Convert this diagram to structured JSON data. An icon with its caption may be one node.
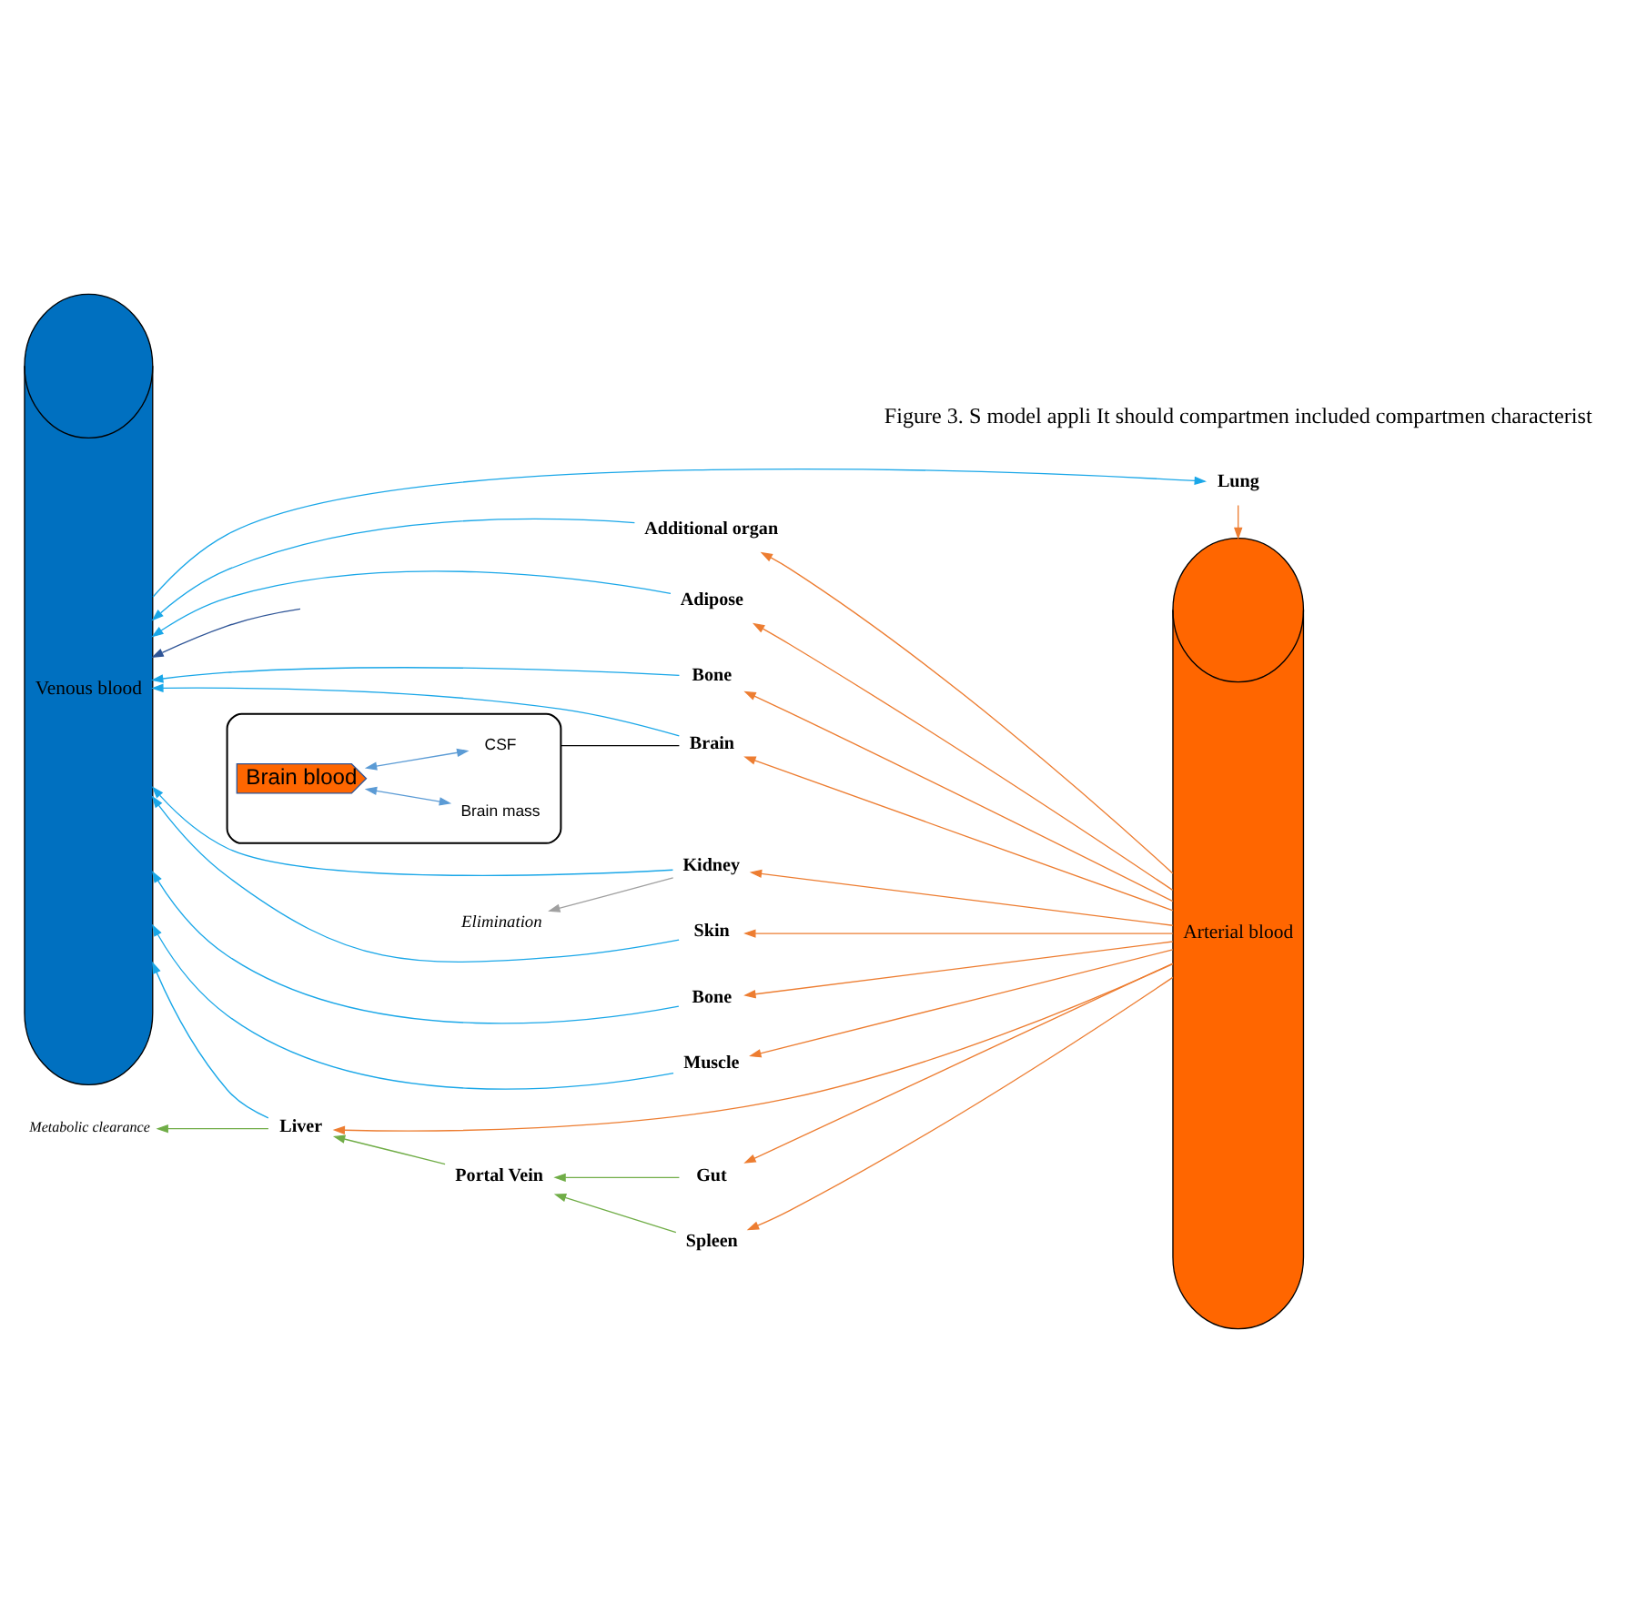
{
  "diagram": {
    "nodes": [
      {
        "text": [
          "Venous blood"
        ]
      },
      {
        "text": [
          "Arterial blood"
        ]
      },
      {
        "text": [
          "Lung"
        ]
      },
      {
        "text": [
          "Adipose"
        ]
      },
      {
        "text": [
          "Bone"
        ]
      },
      {
        "text": [
          "Skin"
        ]
      },
      {
        "text": [
          "Bone"
        ]
      },
      {
        "text": [
          "Muscle"
        ]
      },
      {
        "text": [
          "Liver"
        ]
      },
      {
        "text": [
          "Metabolic clearance"
        ]
      },
      {
        "text": [
          "Portal Vein"
        ]
      },
      {
        "text": [
          "Gut"
        ]
      },
      {
        "text": [
          "Spleen"
        ]
      },
      {
        "text": [
          "Kidney"
        ]
      },
      {
        "text": [
          "Elimination"
        ]
      },
      {
        "text": [
          "Brain"
        ]
      },
      {
        "text": [
          "Additional organ"
        ]
      },
      {
        "text": [],
        "shape": "ellipse"
      },
      {
        "text": [
          "CSF"
        ],
        "in": 17
      },
      {
        "text": [
          "Brain mass"
        ],
        "in": 17
      },
      {
        "text": [
          "Brain blood"
        ],
        "in": 17
      }
    ],
    "edges": [
      {
        "from": 0,
        "to": 2,
        "arrow": "to",
        "color": "#1aa7e8"
      },
      {
        "from": 2,
        "to": 1,
        "arrow": "to",
        "color": "#ed7d31"
      },
      {
        "from": 1,
        "to": 3,
        "arrow": "to",
        "color": "#ed7d31"
      },
      {
        "from": 3,
        "to": 0,
        "arrow": "to",
        "color": "#1aa7e8"
      },
      {
        "from": 1,
        "to": 4,
        "arrow": "to",
        "color": "#ed7d31"
      },
      {
        "from": 4,
        "to": 0,
        "arrow": "to",
        "color": "#1aa7e8"
      },
      {
        "from": 1,
        "to": 5,
        "arrow": "to",
        "color": "#ed7d31"
      },
      {
        "from": 5,
        "to": 0,
        "arrow": "to",
        "color": "#1aa7e8"
      },
      {
        "from": 1,
        "to": 6,
        "arrow": "to",
        "color": "#ed7d31"
      },
      {
        "from": 6,
        "to": 0,
        "arrow": "to",
        "color": "#1aa7e8"
      },
      {
        "from": 1,
        "to": 7,
        "arrow": "to",
        "color": "#ed7d31"
      },
      {
        "from": 7,
        "to": 0,
        "arrow": "to",
        "color": "#1aa7e8"
      },
      {
        "from": 1,
        "to": 8,
        "arrow": "to",
        "color": "#ed7d31"
      },
      {
        "from": 8,
        "to": 0,
        "arrow": "to",
        "color": "#1aa7e8"
      },
      {
        "from": 8,
        "to": 9,
        "arrow": "to",
        "color": "#70ad47"
      },
      {
        "from": 10,
        "to": 8,
        "arrow": "to",
        "color": "#70ad47"
      },
      {
        "from": 1,
        "to": 11,
        "arrow": "to",
        "color": "#ed7d31"
      },
      {
        "from": 1,
        "to": 12,
        "arrow": "to",
        "color": "#ed7d31"
      },
      {
        "from": 11,
        "to": 10,
        "arrow": "to",
        "color": "#70ad47"
      },
      {
        "from": 12,
        "to": 10,
        "arrow": "to",
        "color": "#70ad47"
      },
      {
        "from": 1,
        "to": 13,
        "arrow": "to",
        "color": "#ed7d31"
      },
      {
        "from": 13,
        "to": 0,
        "arrow": "to",
        "color": "#1aa7e8"
      },
      {
        "from": 13,
        "to": 14,
        "arrow": "to",
        "color": "#a0a0a0"
      },
      {
        "from": 1,
        "to": 15,
        "arrow": "to",
        "color": "#ed7d31"
      },
      {
        "from": 15,
        "to": 0,
        "arrow": "to",
        "color": "#1aa7e8"
      },
      {
        "from": 1,
        "to": 16,
        "arrow": "to",
        "color": "#ed7d31"
      },
      {
        "from": 16,
        "to": 0,
        "arrow": "to",
        "color": "#1aa7e8"
      },
      {
        "from": 15,
        "to": 17,
        "arrow": "none",
        "color": "#000000"
      },
      {
        "from": 18,
        "to": 20,
        "arrow": "both",
        "color": "#5b9bd5"
      },
      {
        "from": 19,
        "to": 20,
        "arrow": "both",
        "color": "#5b9bd5"
      },
      {
        "from": null,
        "to": 0,
        "arrow": "to",
        "color": "#2f5597"
      }
    ],
    "labels": [
      "Figure 3. S model appli It should compartmen included compartmen characterist"
    ]
  }
}
